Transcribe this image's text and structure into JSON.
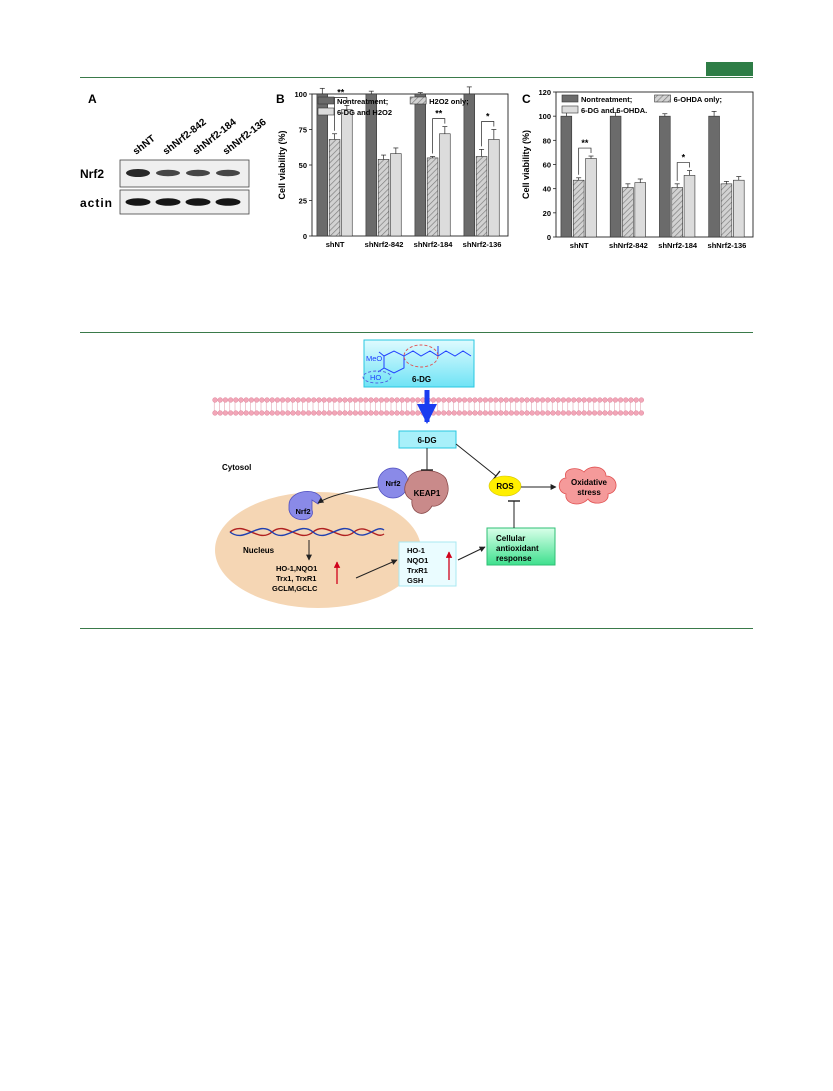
{
  "page": {
    "accent_color": "#2e7d46"
  },
  "panel_a": {
    "label": "A",
    "lanes": [
      "shNT",
      "shNrf2-842",
      "shNrf2-184",
      "shNrf2-136"
    ],
    "rows": [
      "Nrf2",
      "actin"
    ]
  },
  "panel_b": {
    "label": "B",
    "legend": [
      "Nontreatment;",
      "H2O2 only;",
      "6-DG and H2O2"
    ],
    "ylabel": "Cell viability (%)"
  },
  "panel_c": {
    "label": "C",
    "legend": [
      "Nontreatment;",
      "6-OHDA only;",
      "6-DG and 6-OHDA."
    ],
    "ylabel": "Cell viability (%)"
  },
  "chart_data": [
    {
      "type": "bar",
      "panel": "B",
      "title": "",
      "xlabel": "",
      "ylabel": "Cell viability (%)",
      "ylim": [
        0,
        100
      ],
      "yticks": [
        0,
        25,
        50,
        75,
        100
      ],
      "categories": [
        "shNT",
        "shNrf2-842",
        "shNrf2-184",
        "shNrf2-136"
      ],
      "series": [
        {
          "name": "Nontreatment;",
          "values": [
            100,
            100,
            100,
            100
          ],
          "errors": [
            4,
            2,
            1,
            5
          ]
        },
        {
          "name": "H2O2 only;",
          "values": [
            68,
            54,
            55,
            56
          ],
          "errors": [
            4,
            3,
            1,
            5
          ]
        },
        {
          "name": "6-DG and H2O2",
          "values": [
            89,
            58,
            72,
            68
          ],
          "errors": [
            3,
            4,
            5,
            7
          ]
        }
      ],
      "significance": [
        {
          "category": "shNT",
          "mark": "**"
        },
        {
          "category": "shNrf2-184",
          "mark": "**"
        },
        {
          "category": "shNrf2-136",
          "mark": "*"
        }
      ],
      "legend_position": "top"
    },
    {
      "type": "bar",
      "panel": "C",
      "title": "",
      "xlabel": "",
      "ylabel": "Cell viability (%)",
      "ylim": [
        0,
        120
      ],
      "yticks": [
        0,
        20,
        40,
        60,
        80,
        100,
        120
      ],
      "categories": [
        "shNT",
        "shNrf2-842",
        "shNrf2-184",
        "shNrf2-136"
      ],
      "series": [
        {
          "name": "Nontreatment;",
          "values": [
            100,
            100,
            100,
            100
          ],
          "errors": [
            3,
            3,
            2,
            4
          ]
        },
        {
          "name": "6-OHDA only;",
          "values": [
            47,
            41,
            41,
            44
          ],
          "errors": [
            2,
            3,
            3,
            2
          ]
        },
        {
          "name": "6-DG and 6-OHDA.",
          "values": [
            65,
            45,
            51,
            47
          ],
          "errors": [
            2,
            3,
            4,
            3
          ]
        }
      ],
      "significance": [
        {
          "category": "shNT",
          "mark": "**"
        },
        {
          "category": "shNrf2-184",
          "mark": "*"
        }
      ],
      "legend_position": "top"
    }
  ],
  "diagram": {
    "compound": "6-DG",
    "compound_groups": [
      "MeO",
      "HO"
    ],
    "membrane_compound": "6-DG",
    "cytosol_label": "Cytosol",
    "nucleus_label": "Nucleus",
    "nrf2_cytosol": "Nrf2",
    "keap1": "KEAP1",
    "nrf2_nucleus": "Nrf2",
    "nuclear_genes": [
      "HO-1,NQO1",
      "Trx1, TrxR1",
      "GCLM,GCLC"
    ],
    "proteins": [
      "HO-1",
      "NQO1",
      "TrxR1",
      "GSH"
    ],
    "response": [
      "Cellular",
      "antioxidant",
      "response"
    ],
    "ros": "ROS",
    "stress": [
      "Oxidative",
      "stress"
    ]
  }
}
